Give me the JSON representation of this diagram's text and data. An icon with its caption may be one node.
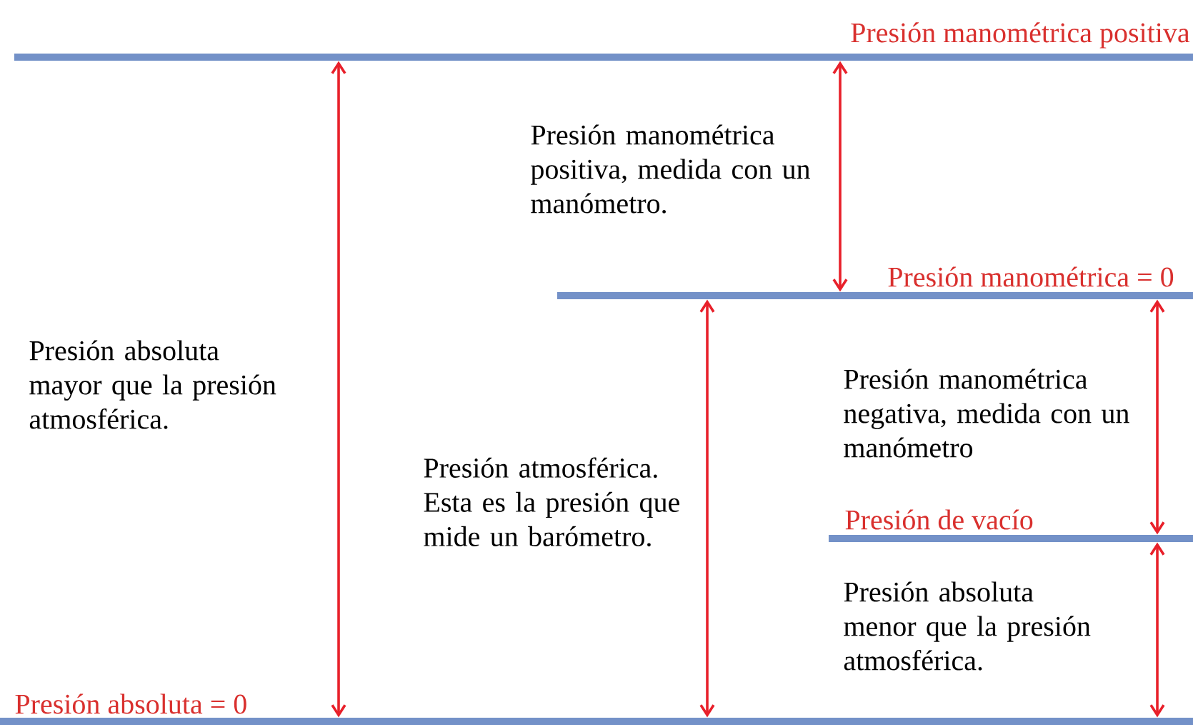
{
  "diagram": {
    "nodes": [
      {
        "text": [
          "Presión manométrica positiva"
        ]
      },
      {
        "text": [
          "Presión manométrica = 0"
        ]
      },
      {
        "text": [
          "Presión de vacío"
        ]
      },
      {
        "text": [
          "Presión absoluta = 0"
        ]
      }
    ],
    "edges": [
      {
        "from": 0,
        "to": 3,
        "arrow": "both",
        "label": "Presión absoluta mayor que la presión atmosférica."
      },
      {
        "from": 0,
        "to": 1,
        "arrow": "both",
        "label": "Presión manométrica positiva, medida con un manómetro."
      },
      {
        "from": 1,
        "to": 3,
        "arrow": "both",
        "label": "Presión atmosférica. Esta es la presión que mide un barómetro."
      },
      {
        "from": 1,
        "to": 2,
        "arrow": "both",
        "label": "Presión manométrica negativa, medida con un manómetro"
      },
      {
        "from": 2,
        "to": 3,
        "arrow": "both",
        "label": "Presión absoluta menor que la presión atmosférica."
      }
    ]
  }
}
